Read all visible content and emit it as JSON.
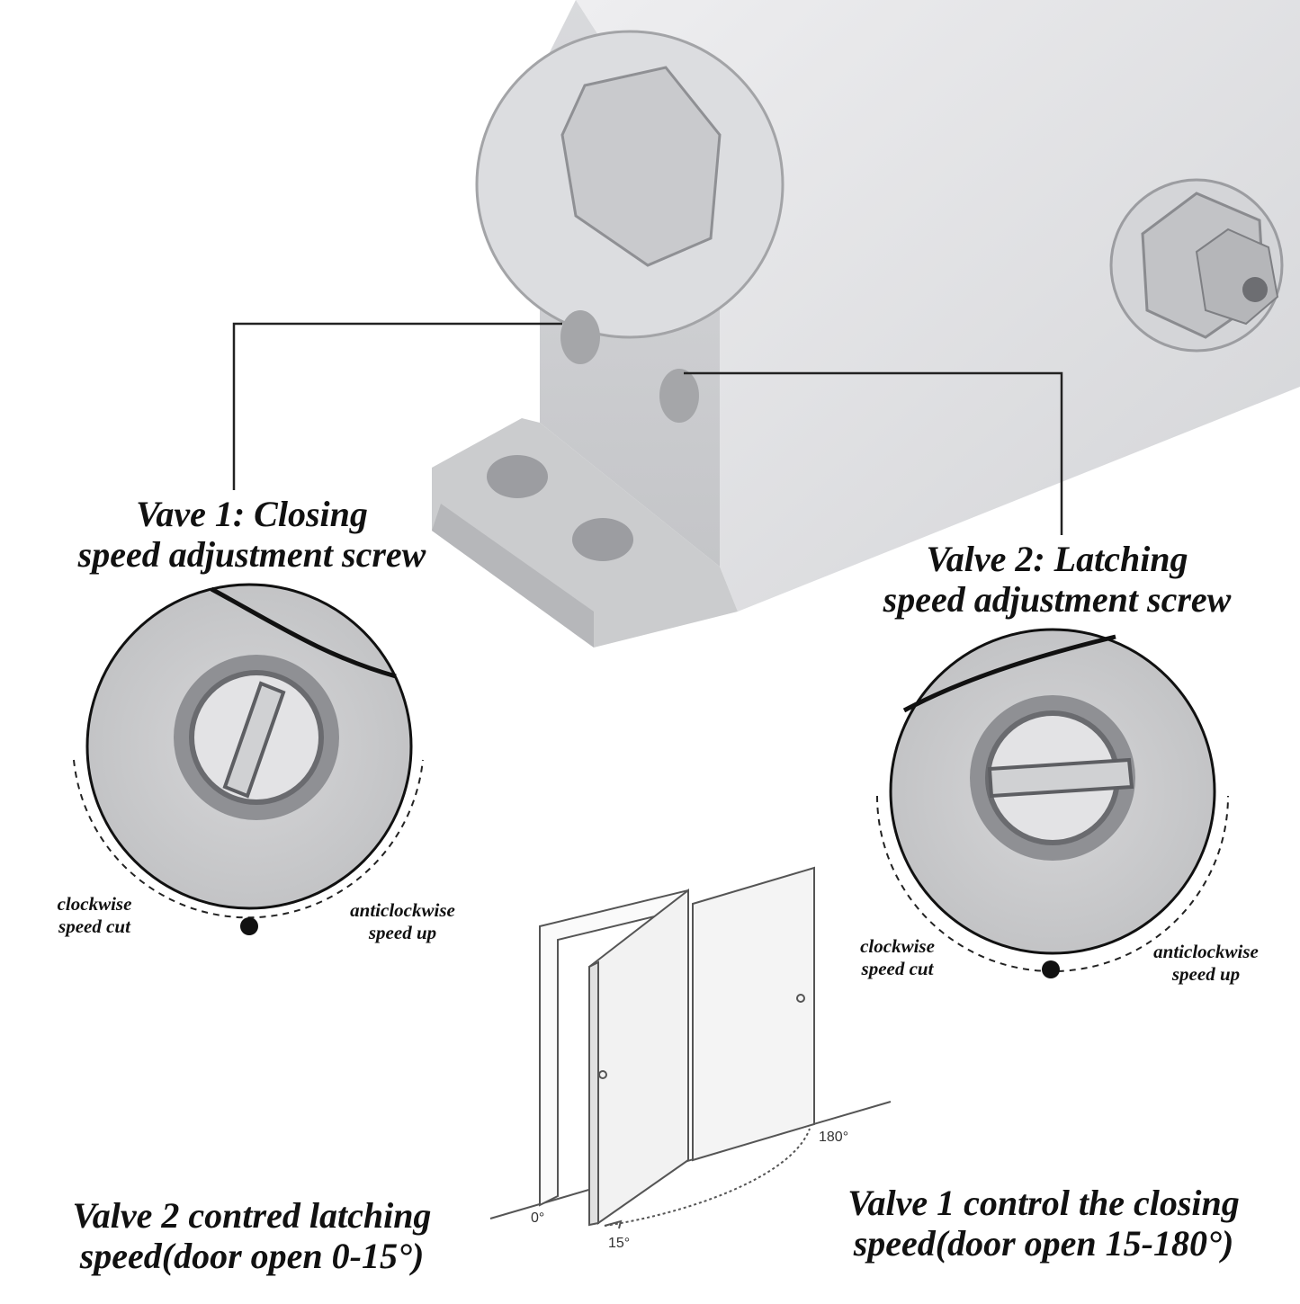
{
  "callouts": {
    "valve1_title_line1": "Vave 1: Closing",
    "valve1_title_line2": "speed adjustment screw",
    "valve2_title_line1": "Valve 2: Latching",
    "valve2_title_line2": "speed adjustment screw"
  },
  "left_dial": {
    "cw_line1": "clockwise",
    "cw_line2": "speed cut",
    "acw_line1": "anticlockwise",
    "acw_line2": "speed up"
  },
  "right_dial": {
    "cw_line1": "clockwise",
    "cw_line2": "speed cut",
    "acw_line1": "anticlockwise",
    "acw_line2": "speed up"
  },
  "door_diagram": {
    "angle_0": "0°",
    "angle_15": "15°",
    "angle_180": "180°"
  },
  "captions": {
    "left_line1": "Valve 2 contred latching",
    "left_line2": "speed(door open 0-15°)",
    "right_line1": "Valve 1 control the closing",
    "right_line2": "speed(door open 15-180°)"
  },
  "colors": {
    "metal_light": "#e6e6e8",
    "metal_mid": "#cfd0d3",
    "metal_dark": "#9c9da1",
    "text": "#111111"
  }
}
